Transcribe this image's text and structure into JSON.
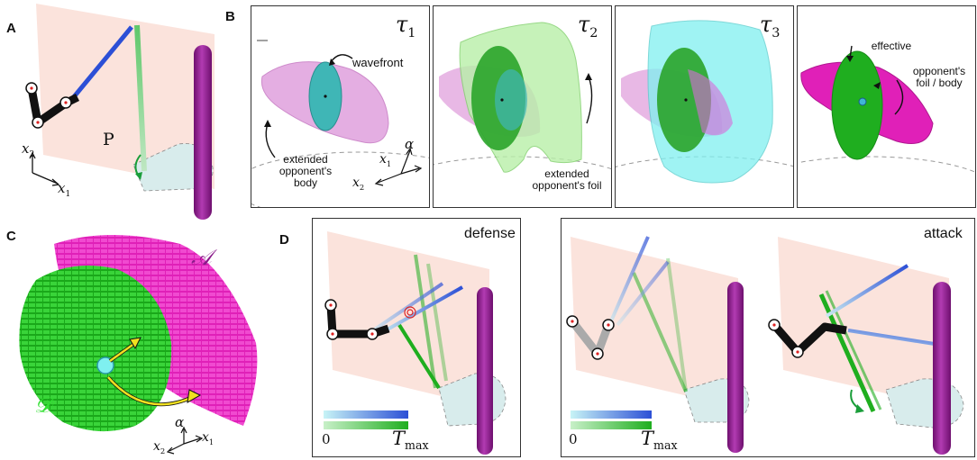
{
  "figure": {
    "panels": {
      "A": {
        "letter": "A",
        "plane": "P",
        "x2": "x",
        "x2_sub": "2",
        "x1": "x",
        "x1_sub": "1"
      },
      "B": {
        "letter": "B",
        "tau1": "τ",
        "tau1_sub": "1",
        "tau2": "τ",
        "tau2_sub": "2",
        "tau3": "τ",
        "tau3_sub": "3",
        "wavefront": "wavefront",
        "ext_body_1": "extended",
        "ext_body_2": "opponent's",
        "ext_body_3": "body",
        "ext_foil_1": "extended",
        "ext_foil_2": "opponent's foil",
        "effective_1": "effective",
        "effective_2": "opponent's",
        "effective_3": "foil / body",
        "axis_alpha": "α",
        "axis_x1": "x",
        "axis_x1_sub": "1",
        "axis_x2": "x",
        "axis_x2_sub": "2"
      },
      "C": {
        "letter": "C",
        "set_A": "𝒜",
        "set_D": "𝒟",
        "axis_alpha": "α",
        "axis_x1": "x",
        "axis_x1_sub": "1",
        "axis_x2": "x",
        "axis_x2_sub": "2"
      },
      "D": {
        "letter": "D",
        "defense": "defense",
        "attack": "attack",
        "zero": "0",
        "tmax": "T",
        "tmax_sub": "max"
      }
    },
    "colors": {
      "plane": "#fbe3dc",
      "robot": "#111111",
      "foil_blue": "#2c4fd6",
      "opponent_foil": "#7fcf8a",
      "opponent_body": "#9b2a9b",
      "magenta_cells": "#e020b8",
      "green_cells": "#1fae1f",
      "wavefront": "#3fb6b6",
      "cyan": "#7ff0f0"
    }
  }
}
